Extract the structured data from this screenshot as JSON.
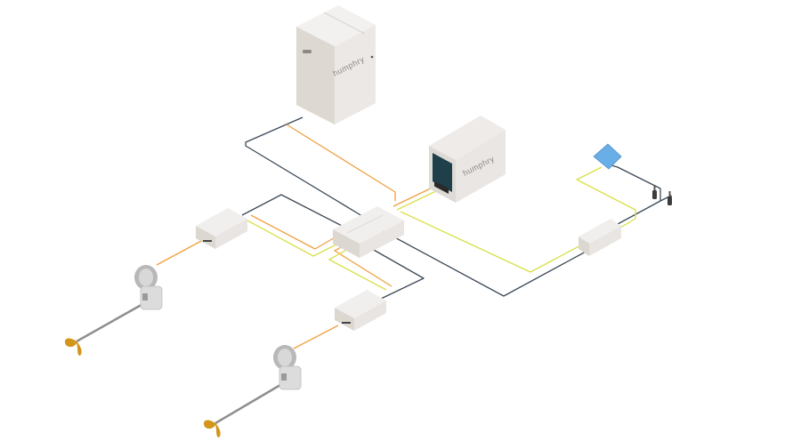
{
  "diagram": {
    "brand_label_cabinet": "humphry",
    "brand_label_monitor": "humphry"
  },
  "colors": {
    "background": "#ffffff",
    "cable_dark": "#3c4a57",
    "cable_orange": "#f0a040",
    "cable_yellow": "#d9e04a",
    "device_body": "#e8e4df",
    "device_shadow": "#cfc9c2",
    "screen": "#1f3f4a",
    "solar_panel": "#6aaee8",
    "propeller": "#d3961b"
  },
  "components": [
    {
      "name": "main-cabinet",
      "kind": "battery-cabinet"
    },
    {
      "name": "control-monitor",
      "kind": "display-unit"
    },
    {
      "name": "central-hub",
      "kind": "junction-box"
    },
    {
      "name": "junction-box-left",
      "kind": "junction-box"
    },
    {
      "name": "junction-box-lower",
      "kind": "junction-box"
    },
    {
      "name": "junction-box-right",
      "kind": "junction-box"
    },
    {
      "name": "solar-panel",
      "kind": "solar-panel"
    },
    {
      "name": "sensor-pair",
      "kind": "sensors"
    },
    {
      "name": "outboard-motor-upper",
      "kind": "electric-motor"
    },
    {
      "name": "outboard-motor-lower",
      "kind": "electric-motor"
    }
  ]
}
